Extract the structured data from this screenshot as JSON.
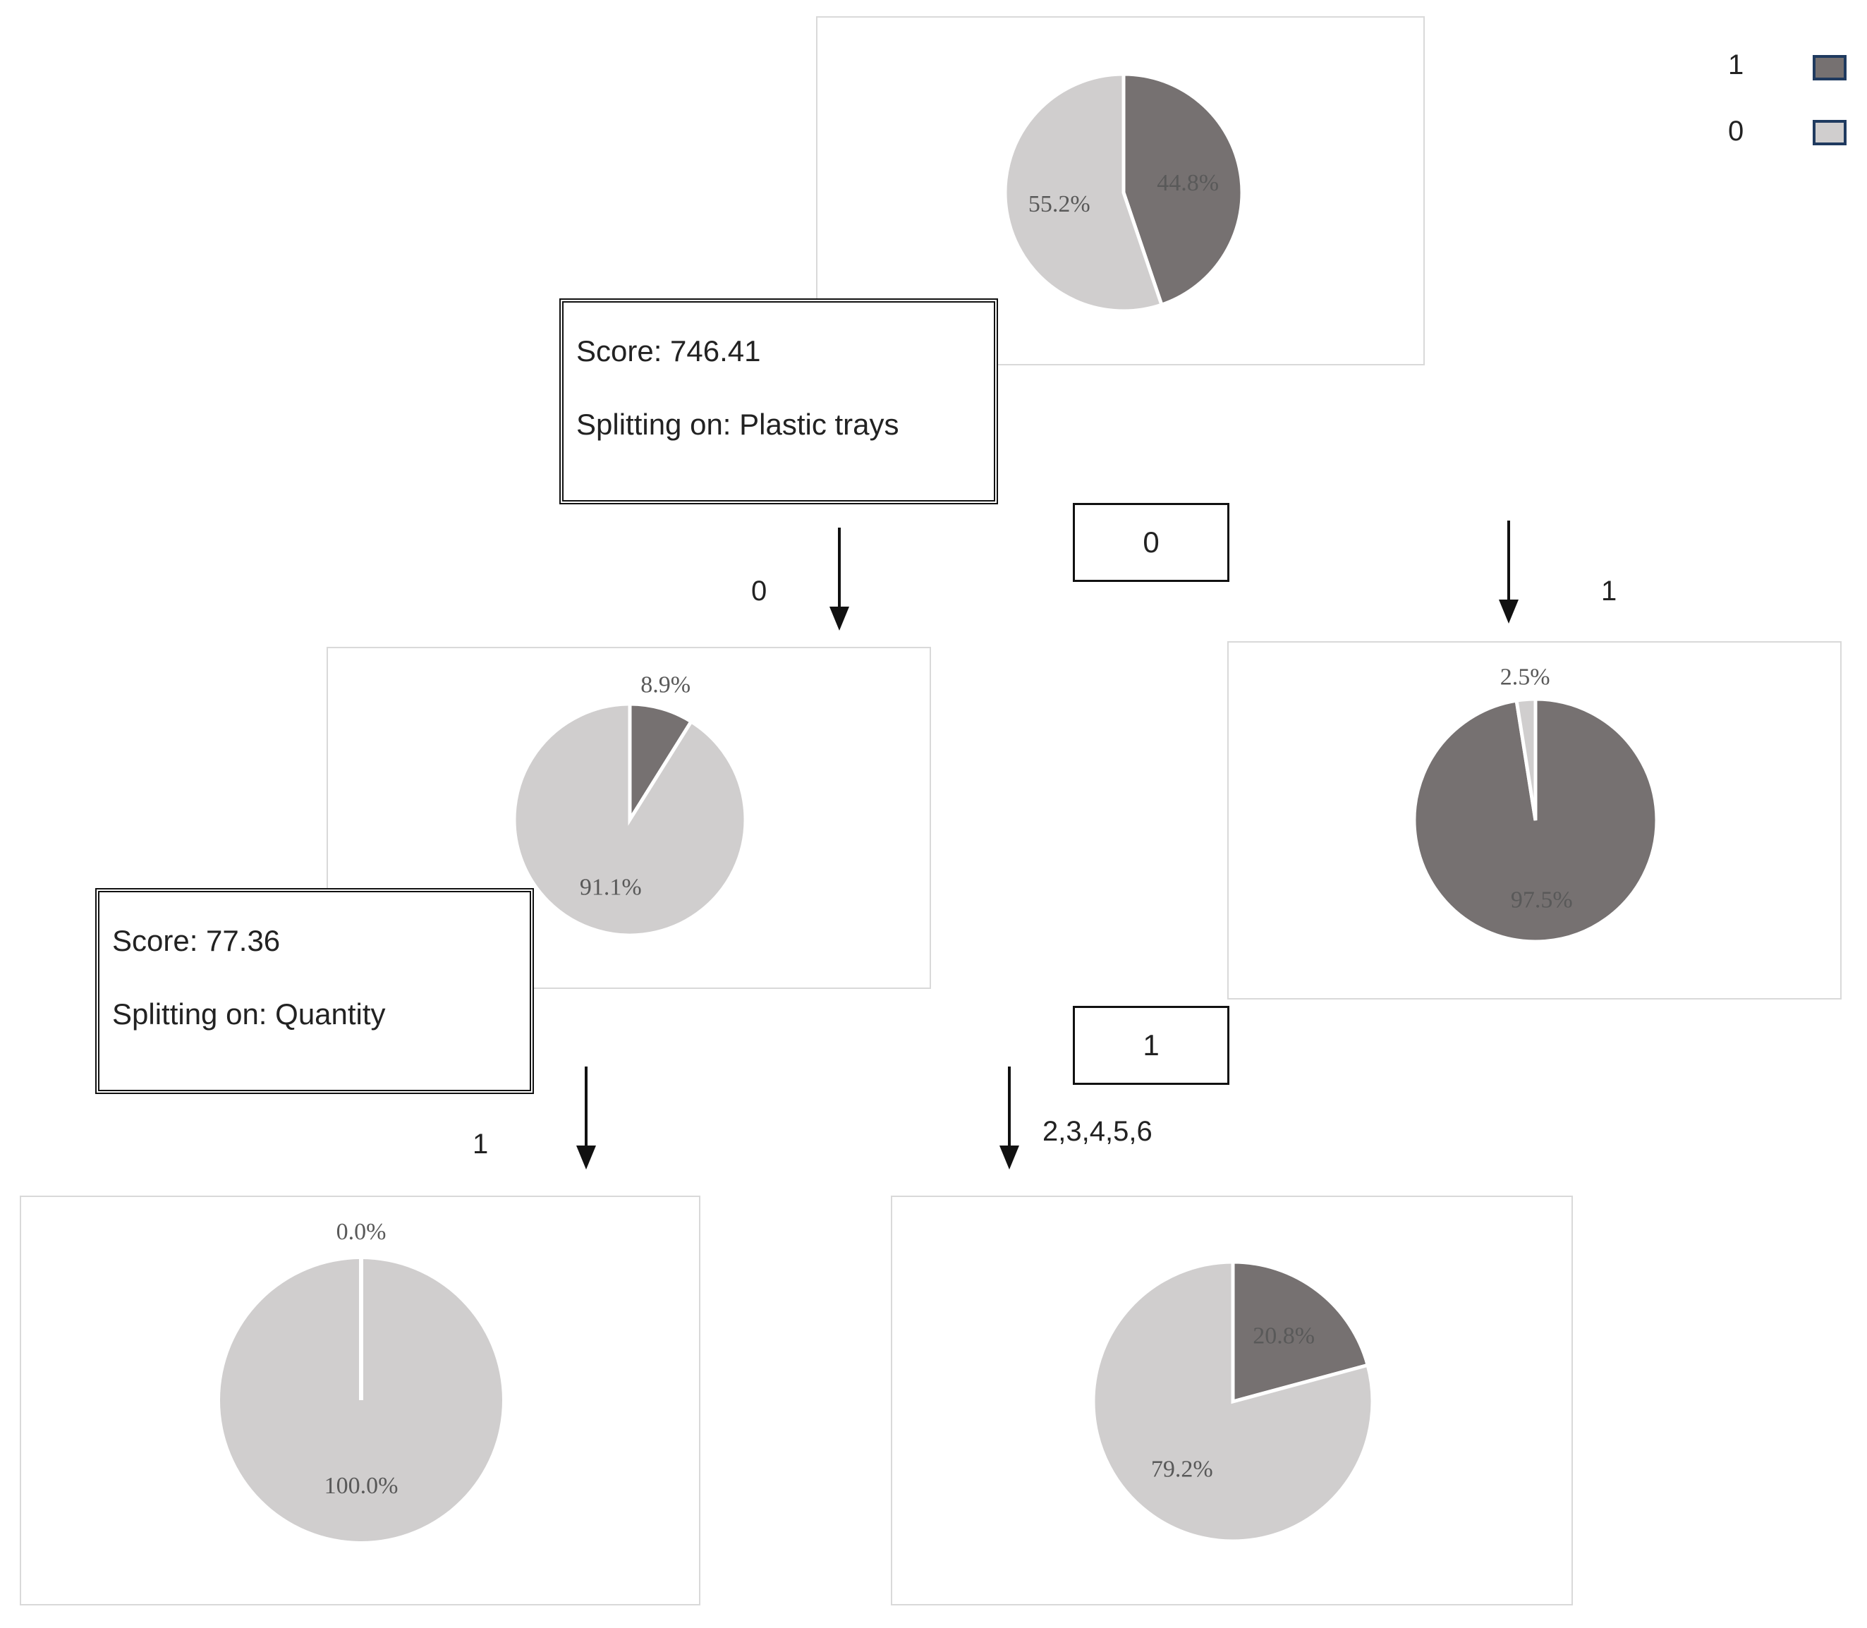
{
  "legend": {
    "items": [
      {
        "label": "1",
        "color": "#767171"
      },
      {
        "label": "0",
        "color": "#d0cece"
      }
    ]
  },
  "split_boxes": {
    "root": {
      "score": "Score: 746.41",
      "splitting": "Splitting on: Plastic trays"
    },
    "left": {
      "score": "Score: 77.36",
      "splitting": "Splitting on: Quantity"
    }
  },
  "value_boxes": {
    "plastic_trays_0": "0",
    "plastic_trays_1": "1"
  },
  "edge_labels": {
    "root_left": "0",
    "root_right": "1",
    "quantity_1": "1",
    "quantity_rest": "2,3,4,5,6"
  },
  "chart_data": [
    {
      "type": "pie",
      "node": "root",
      "categories": [
        "1",
        "0"
      ],
      "values": [
        44.8,
        55.2
      ],
      "labels": [
        "44.8%",
        "55.2%"
      ]
    },
    {
      "type": "pie",
      "node": "plastic-trays-0",
      "categories": [
        "1",
        "0"
      ],
      "values": [
        8.9,
        91.1
      ],
      "labels": [
        "8.9%",
        "91.1%"
      ]
    },
    {
      "type": "pie",
      "node": "plastic-trays-1",
      "categories": [
        "1",
        "0"
      ],
      "values": [
        97.5,
        2.5
      ],
      "labels": [
        "97.5%",
        "2.5%"
      ]
    },
    {
      "type": "pie",
      "node": "quantity-1",
      "categories": [
        "1",
        "0"
      ],
      "values": [
        0.0,
        100.0
      ],
      "labels": [
        "0.0%",
        "100.0%"
      ]
    },
    {
      "type": "pie",
      "node": "quantity-2-6",
      "categories": [
        "1",
        "0"
      ],
      "values": [
        20.8,
        79.2
      ],
      "labels": [
        "20.8%",
        "79.2%"
      ]
    }
  ]
}
